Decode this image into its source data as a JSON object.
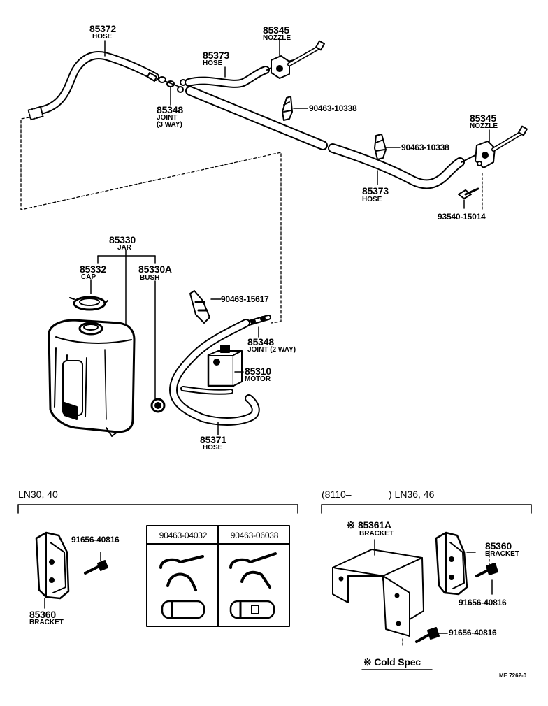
{
  "parts": {
    "p85372": {
      "number": "85372",
      "name": "HOSE"
    },
    "p85345_top": {
      "number": "85345",
      "name": "NOZZLE"
    },
    "p85373_top": {
      "number": "85373",
      "name": "HOSE"
    },
    "p85348_3way": {
      "number": "85348",
      "name": "JOINT",
      "name2": "(3 WAY)"
    },
    "clip_90463_10338_a": {
      "number": "90463-10338"
    },
    "clip_90463_10338_b": {
      "number": "90463-10338"
    },
    "p85345_right": {
      "number": "85345",
      "name": "NOZZLE"
    },
    "p85373_right": {
      "number": "85373",
      "name": "HOSE"
    },
    "screw_93540": {
      "number": "93540-15014"
    },
    "p85330": {
      "number": "85330",
      "name": "JAR"
    },
    "p85332": {
      "number": "85332",
      "name": "CAP"
    },
    "p85330A": {
      "number": "85330A",
      "name": "BUSH"
    },
    "clip_90463_15617": {
      "number": "90463-15617"
    },
    "p85348_2way": {
      "number": "85348",
      "name": "JOINT (2 WAY)"
    },
    "p85310": {
      "number": "85310",
      "name": "MOTOR"
    },
    "p85371": {
      "number": "85371",
      "name": "HOSE"
    }
  },
  "panel_left": {
    "header": "LN30, 40",
    "bolt": {
      "number": "91656-40816"
    },
    "bracket": {
      "number": "85360",
      "name": "BRACKET"
    },
    "table_headers": [
      "90463-04032",
      "90463-06038"
    ]
  },
  "panel_right": {
    "header_left": "(8110–",
    "header_right": ") LN36, 46",
    "bracket_a": {
      "mark": "※",
      "number": "85361A",
      "name": "BRACKET"
    },
    "bracket": {
      "number": "85360",
      "name": "BRACKET"
    },
    "bolt_a": {
      "number": "91656-40816"
    },
    "bolt_b": {
      "number": "91656-40816"
    }
  },
  "legend": "※ Cold Spec",
  "drawing_code": "ME 7262-0"
}
